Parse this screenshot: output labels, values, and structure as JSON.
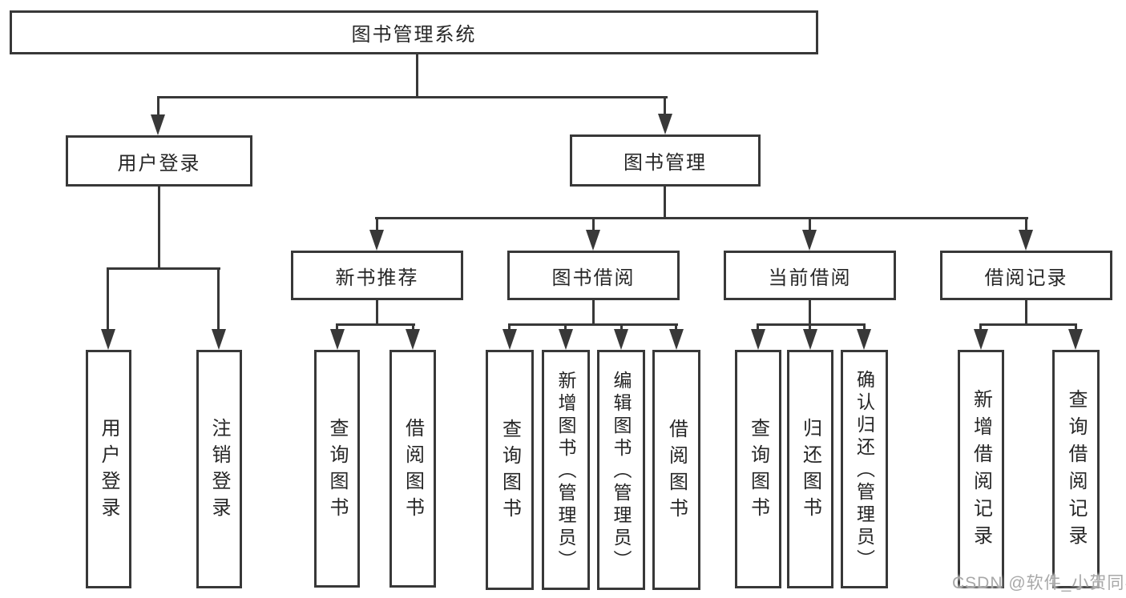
{
  "diagram_title": "图书管理系统",
  "tree": {
    "root": {
      "label": "图书管理系统"
    },
    "branches": [
      {
        "label": "用户登录",
        "children": [
          {
            "label": "用户登录"
          },
          {
            "label": "注销登录"
          }
        ]
      },
      {
        "label": "图书管理",
        "children": [
          {
            "label": "新书推荐",
            "children": [
              {
                "label": "查询图书"
              },
              {
                "label": "借阅图书"
              }
            ]
          },
          {
            "label": "图书借阅",
            "children": [
              {
                "label": "查询图书"
              },
              {
                "label": "新增图书（管理员）"
              },
              {
                "label": "编辑图书（管理员）"
              },
              {
                "label": "借阅图书"
              }
            ]
          },
          {
            "label": "当前借阅",
            "children": [
              {
                "label": "查询图书"
              },
              {
                "label": "归还图书"
              },
              {
                "label": "确认归还（管理员）"
              }
            ]
          },
          {
            "label": "借阅记录",
            "children": [
              {
                "label": "新增借阅记录"
              },
              {
                "label": "查询借阅记录"
              }
            ]
          }
        ]
      }
    ]
  },
  "watermark": {
    "text": "CSDN @软件_小贺同学"
  },
  "colors": {
    "line": "#383838",
    "text": "#262626",
    "node-background": "#ffffff",
    "page-background": "#ffffff",
    "watermark": "#a8a8a8"
  }
}
